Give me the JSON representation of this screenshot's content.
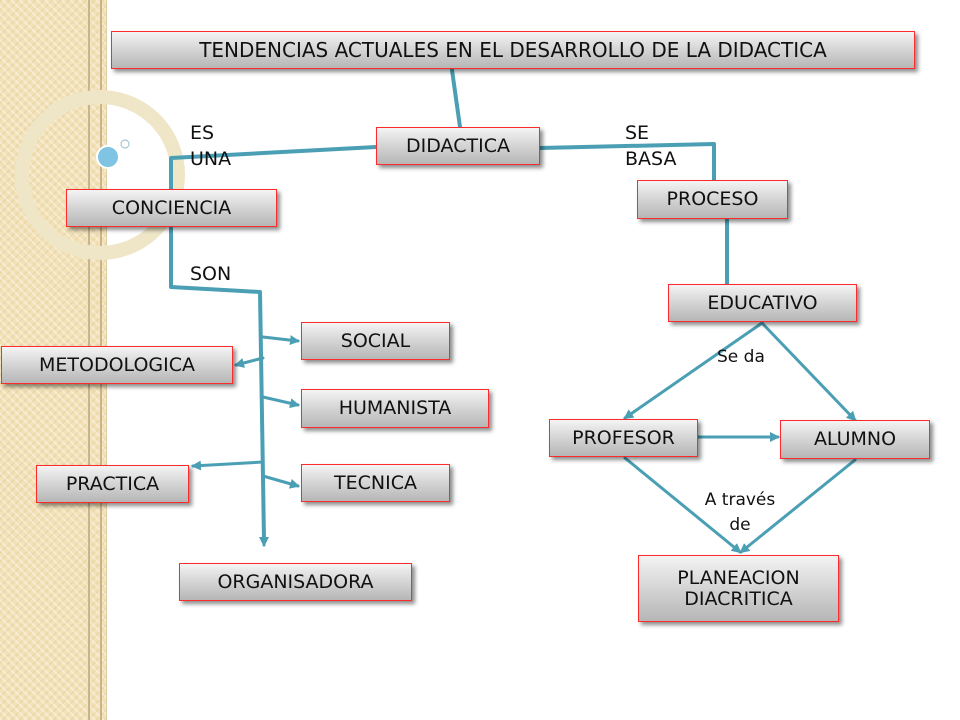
{
  "nodes": {
    "title": "TENDENCIAS ACTUALES EN EL DESARROLLO DE LA DIDACTICA",
    "didactica": "DIDACTICA",
    "conciencia": "CONCIENCIA",
    "proceso": "PROCESO",
    "educativo": "EDUCATIVO",
    "social": "SOCIAL",
    "metodologica": "METODOLOGICA",
    "humanista": "HUMANISTA",
    "practica": "PRACTICA",
    "tecnica": "TECNICA",
    "organisadora": "ORGANISADORA",
    "profesor": "PROFESOR",
    "alumno": "ALUMNO",
    "planeacion": "PLANEACION DIACRITICA"
  },
  "labels": {
    "es_una": "ES UNA",
    "se_basa": "SE BASA",
    "son": "SON",
    "se_da": "Se da",
    "a_traves_de": "A través de"
  },
  "colors": {
    "connector": "#4a9fb5",
    "node_border": "#ff2b2b",
    "side_band": "#f3e2b8"
  }
}
